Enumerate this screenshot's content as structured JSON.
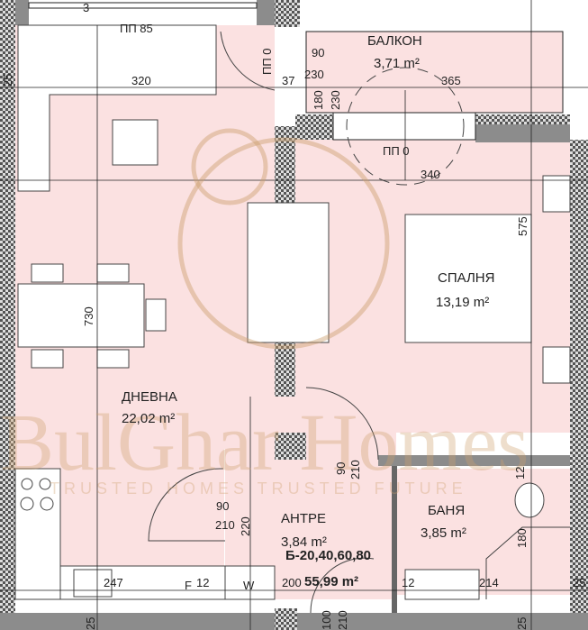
{
  "rooms": {
    "living": {
      "name": "ДНЕВНА",
      "area": "22,02 m²"
    },
    "bedroom": {
      "name": "СПАЛНЯ",
      "area": "13,19 m²"
    },
    "balcony": {
      "name": "БАЛКОН",
      "area": "3,71 m²"
    },
    "hall": {
      "name": "АНТРЕ",
      "area": "3,84 m²"
    },
    "bath": {
      "name": "БАНЯ",
      "area": "3,85 m²"
    }
  },
  "apartment": {
    "code": "Б-20,40,60,80",
    "total_area": "55,99 m²"
  },
  "dims": {
    "pp85": "ПП 85",
    "d320": "320",
    "pp0_a": "ПП 0",
    "d90_a": "90",
    "d230_a": "230",
    "d37": "37",
    "d365": "365",
    "d180_a": "180",
    "d230_b": "230",
    "pp0_b": "ПП 0",
    "d340": "340",
    "d575": "575",
    "d730": "730",
    "d90_b": "90",
    "d210_b": "210",
    "d12_a": "12",
    "d90_c": "90",
    "d210_c": "210",
    "d220": "220",
    "d180_b": "180",
    "d200": "200",
    "d247": "247",
    "f": "F",
    "d12_b": "12",
    "w": "W",
    "d12_c": "12",
    "d214": "214",
    "d25_a": "25",
    "d25_b": "25",
    "d25_c": "25",
    "d25_d": "25",
    "d100": "100",
    "d210_d": "210",
    "d3": "3"
  },
  "watermark": {
    "brand": "BulGhar Homes",
    "tagline": "TRUSTED HOMES   TRUSTED FUTURE"
  },
  "colors": {
    "room_fill": "#fbe1e1",
    "wall_gray": "#8c8c8c",
    "watermark": "#cda06e"
  }
}
